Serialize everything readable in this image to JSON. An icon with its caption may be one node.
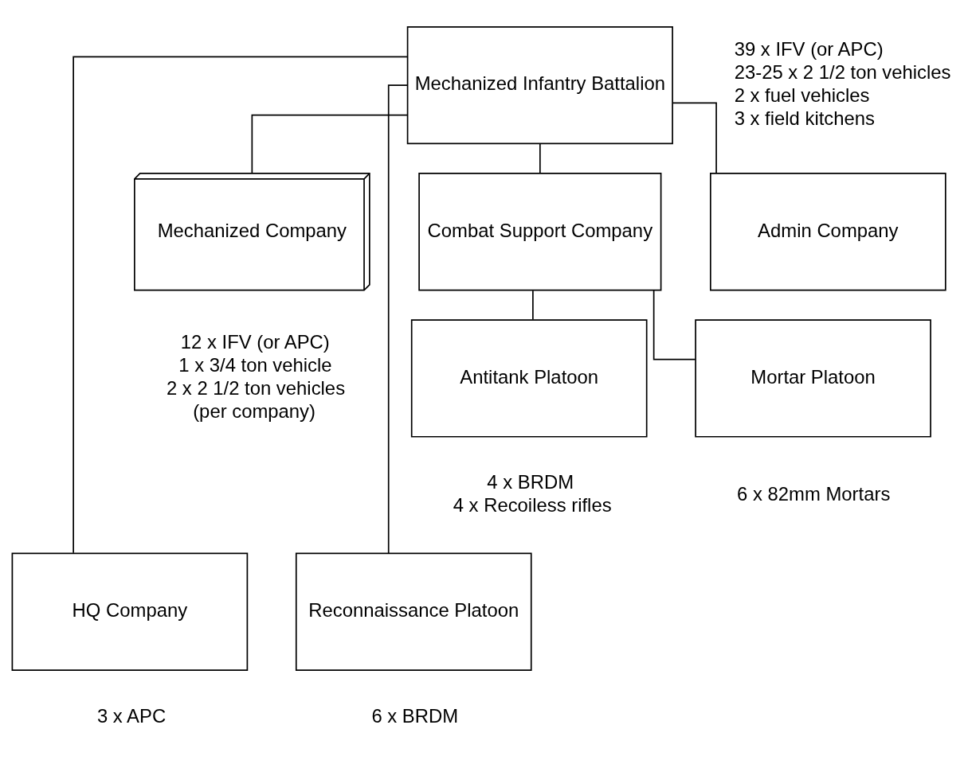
{
  "diagram": {
    "nodes": [
      {
        "text": [
          "Mechanized Infantry Battalion"
        ],
        "beside": [
          "39 x IFV (or APC)",
          "23-25 x 2 1/2 ton vehicles",
          "2 x fuel vehicles",
          "3 x field kitchens"
        ]
      },
      {
        "text": [
          "Mechanized Company"
        ],
        "beside": [
          "12 x IFV (or APC)",
          "1 x 3/4 ton vehicle",
          "2 x 2 1/2 ton vehicles",
          "(per company)"
        ]
      },
      {
        "text": [
          "Combat Support Company"
        ]
      },
      {
        "text": [
          "Admin Company"
        ]
      },
      {
        "text": [
          "Antitank Platoon"
        ],
        "beside": [
          "4 x BRDM",
          "4 x Recoiless rifles"
        ]
      },
      {
        "text": [
          "Mortar Platoon"
        ],
        "beside": [
          "6 x 82mm Mortars"
        ]
      },
      {
        "text": [
          "HQ Company"
        ],
        "beside": [
          "3 x APC"
        ]
      },
      {
        "text": [
          "Reconnaissance Platoon"
        ],
        "beside": [
          "6 x BRDM"
        ]
      }
    ],
    "edges": [
      {
        "from": 0,
        "to": 1,
        "arrow": "none"
      },
      {
        "from": 0,
        "to": 2,
        "arrow": "none"
      },
      {
        "from": 0,
        "to": 3,
        "arrow": "none"
      },
      {
        "from": 0,
        "to": 6,
        "arrow": "none"
      },
      {
        "from": 0,
        "to": 7,
        "arrow": "none"
      },
      {
        "from": 2,
        "to": 4,
        "arrow": "none"
      },
      {
        "from": 2,
        "to": 5,
        "arrow": "none"
      }
    ]
  }
}
